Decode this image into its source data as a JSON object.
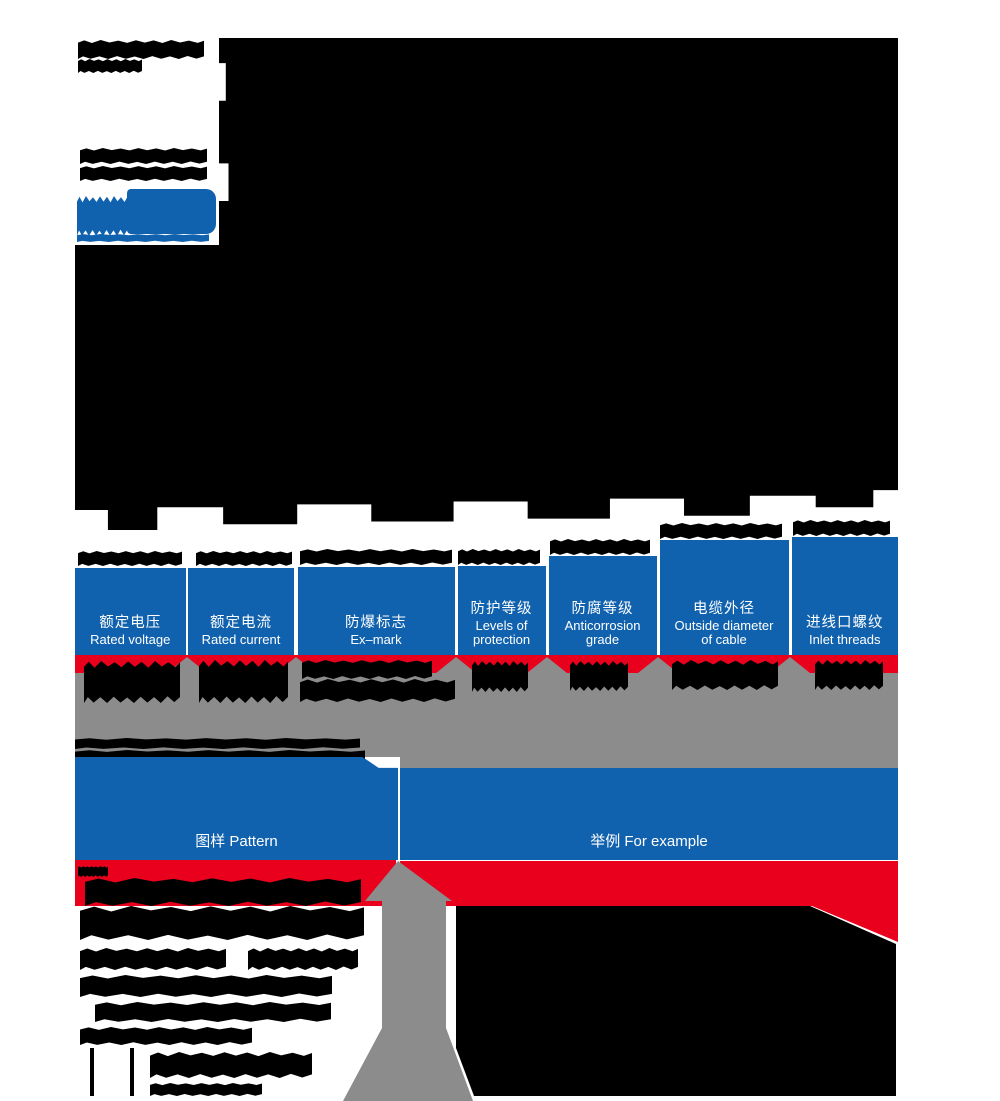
{
  "page": {
    "title": "Explosion-proof plug-in device model designation page",
    "background": "#ffffff"
  },
  "colors": {
    "blue": "#1162AE",
    "red": "#E8001C",
    "gray": "#8C8C8C",
    "black": "#000000",
    "white": "#ffffff"
  },
  "model_table": {
    "headers": [
      {
        "zh": "额定电压",
        "en1": "Rated voltage",
        "en2": ""
      },
      {
        "zh": "额定电流",
        "en1": "Rated current",
        "en2": ""
      },
      {
        "zh": "防爆标志",
        "en1": "Ex–mark",
        "en2": ""
      },
      {
        "zh": "防护等级",
        "en1": "Levels of",
        "en2": "protection"
      },
      {
        "zh": "防腐等级",
        "en1": "Anticorrosion",
        "en2": "grade"
      },
      {
        "zh": "电缆外径",
        "en1": "Outside diameter",
        "en2": "of cable"
      },
      {
        "zh": "进线口螺纹",
        "en1": "Inlet threads",
        "en2": ""
      }
    ]
  },
  "pattern_example": {
    "pattern_label": "图样 Pattern",
    "example_label": "举例 For example"
  }
}
